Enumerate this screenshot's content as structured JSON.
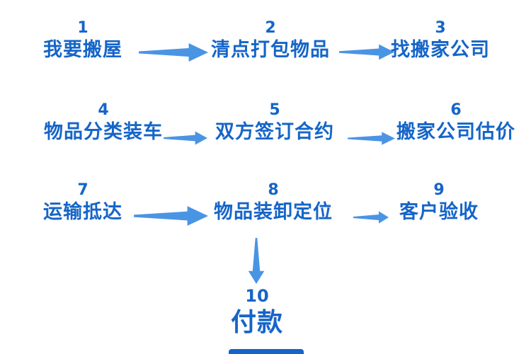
{
  "colors": {
    "text_blue": "#1565C8",
    "arrow_blue": "#4A94E4"
  },
  "flowchart": {
    "title": "moving-house-process-flow",
    "steps": [
      {
        "number": "1",
        "label": "我要搬屋"
      },
      {
        "number": "2",
        "label": "清点打包物品"
      },
      {
        "number": "3",
        "label": "找搬家公司"
      },
      {
        "number": "4",
        "label": "物品分类装车"
      },
      {
        "number": "5",
        "label": "双方签订合约"
      },
      {
        "number": "6",
        "label": "搬家公司估价"
      },
      {
        "number": "7",
        "label": "运输抵达"
      },
      {
        "number": "8",
        "label": "物品装卸定位"
      },
      {
        "number": "9",
        "label": "客户验收"
      },
      {
        "number": "10",
        "label": "付款"
      }
    ],
    "connectors": [
      {
        "from": "1",
        "to": "2",
        "direction": "right"
      },
      {
        "from": "2",
        "to": "3",
        "direction": "right"
      },
      {
        "from": "4",
        "to": "5",
        "direction": "right"
      },
      {
        "from": "5",
        "to": "6",
        "direction": "right"
      },
      {
        "from": "7",
        "to": "8",
        "direction": "right"
      },
      {
        "from": "8",
        "to": "9",
        "direction": "right"
      },
      {
        "from": "8",
        "to": "10",
        "direction": "down"
      }
    ]
  }
}
